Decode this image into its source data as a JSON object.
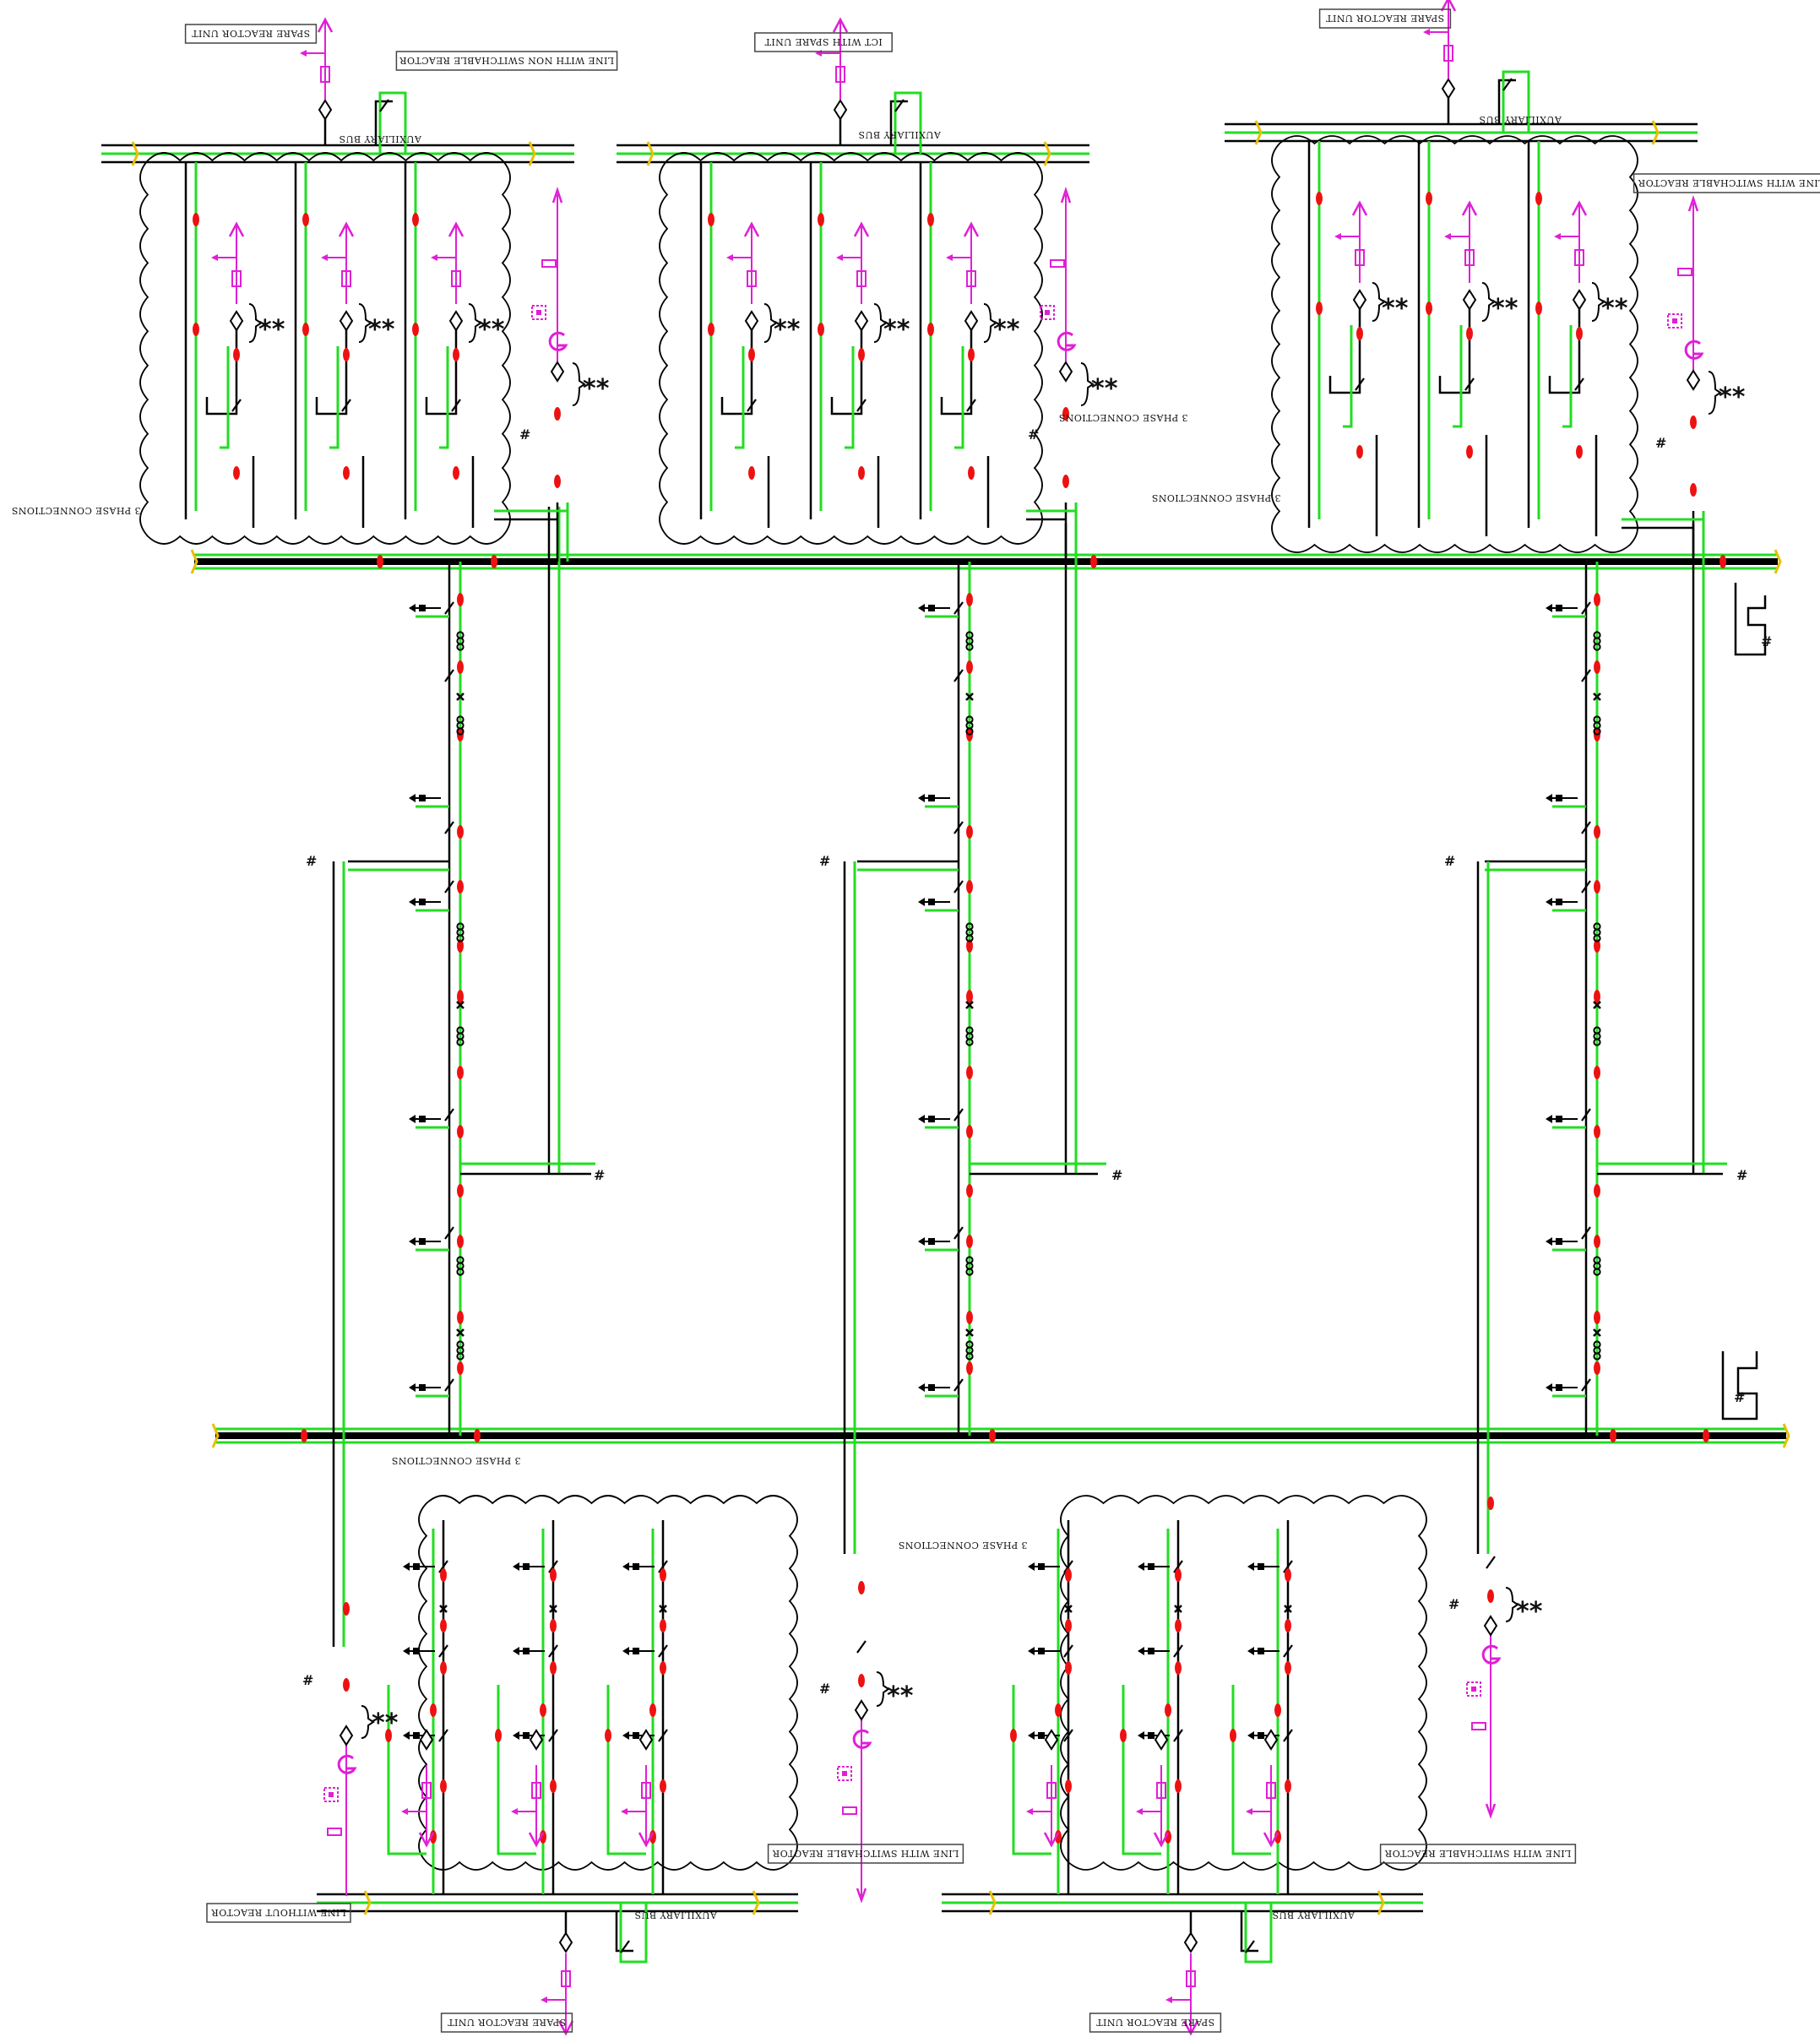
{
  "labels": {
    "spare_reactor_unit": "SPARE REACTOR UNIT",
    "line_with_non_switchable_reactor": "LINE WITH NON SWITCHABLE REACTOR",
    "ict_with_spare_unit": "ICT WITH SPARE UNIT",
    "line_with_switchable_reactor": "LINE WITH SWITCHABLE REACTOR",
    "line_without_reactor": "LINE WITHOUT REACTOR",
    "auxiliary_bus": "AUXILIARY BUS",
    "three_phase_connections": "3 PHASE CONNECTIONS"
  },
  "marks": {
    "double_asterisk": "**",
    "hash": "#"
  },
  "colors": {
    "conductor": "#000000",
    "neutral_green": "#22dd22",
    "breaker_red": "#ee1111",
    "equipment_magenta": "#e01fd6",
    "bus_end_yellow": "#e8c000",
    "bus_end_orange": "#ff7700"
  }
}
